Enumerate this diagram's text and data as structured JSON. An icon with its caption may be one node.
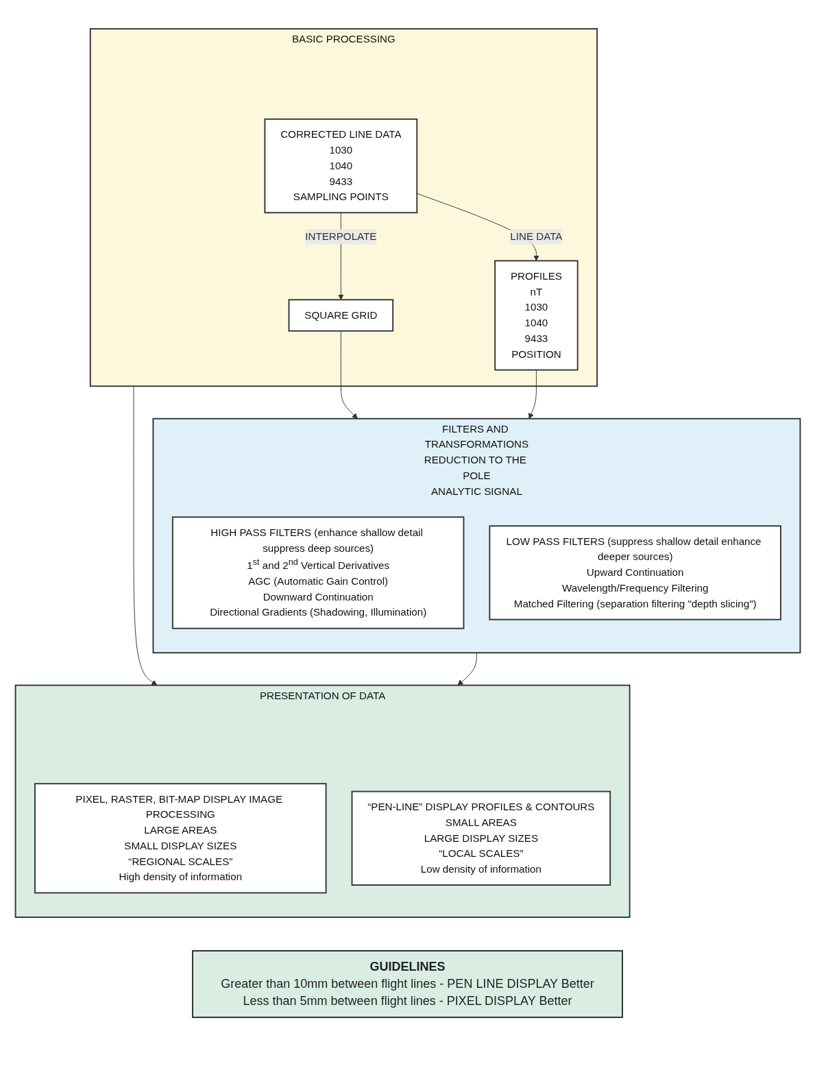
{
  "diagram": {
    "nodes": [
      {
        "text": [
          "BASIC PROCESSING"
        ]
      },
      {
        "text": [
          "CORRECTED LINE DATA",
          "1030",
          "1040",
          "9433",
          "SAMPLING POINTS"
        ],
        "in": 0
      },
      {
        "text": [
          "SQUARE GRID"
        ],
        "in": 0
      },
      {
        "text": [
          "PROFILES",
          "nT",
          "1030",
          "1040",
          "9433",
          "POSITION"
        ],
        "in": 0
      },
      {
        "text": [
          "FILTERS AND TRANSFORMATIONS",
          "REDUCTION TO THE POLE",
          "ANALYTIC SIGNAL"
        ]
      },
      {
        "text": [
          "HIGH PASS FILTERS (enhance shallow detail suppress deep sources)",
          "1$^{st}$ and 2$^{nd}$ Vertical Derivatives",
          "AGC (Automatic Gain Control)",
          "Downward Continuation",
          "Directional Gradients (Shadowing, Illumination)"
        ],
        "in": 4
      },
      {
        "text": [
          "LOW PASS FILTERS (suppress shallow detail enhance deeper sources)",
          "Upward Continuation",
          "Wavelength/Frequency Filtering",
          "Matched Filtering (separation filtering \"depth slicing\")"
        ],
        "in": 4
      },
      {
        "text": [
          "PRESENTATION OF DATA"
        ]
      },
      {
        "text": [
          "PIXEL, RASTER, BIT-MAP DISPLAY IMAGE PROCESSING",
          "LARGE AREAS",
          "SMALL DISPLAY SIZES",
          "“REGIONAL SCALES”",
          "High density of information"
        ],
        "in": 7
      },
      {
        "text": [
          "“PEN-LINE” DISPLAY PROFILES & CONTOURS",
          "SMALL  AREAS",
          "LARGE DISPLAY SIZES",
          "“LOCAL SCALES”",
          "Low density of information"
        ],
        "in": 7
      }
    ],
    "edges": [
      {
        "from": 1,
        "to": 2,
        "arrow": "to",
        "label": "INTERPOLATE"
      },
      {
        "from": 1,
        "to": 3,
        "arrow": "to",
        "label": "LINE DATA"
      },
      {
        "from": 2,
        "to": 4,
        "arrow": "to"
      },
      {
        "from": 3,
        "to": 4,
        "arrow": "to"
      },
      {
        "from": 0,
        "to": 7,
        "arrow": "to"
      },
      {
        "from": 4,
        "to": 7,
        "arrow": "to"
      }
    ],
    "labels": [
      "GUIDELINES",
      "Greater than 10mm between flight lines - PEN LINE DISPLAY Better",
      "Less than 5mm between flight lines - PIXEL DISPLAY Better"
    ]
  }
}
